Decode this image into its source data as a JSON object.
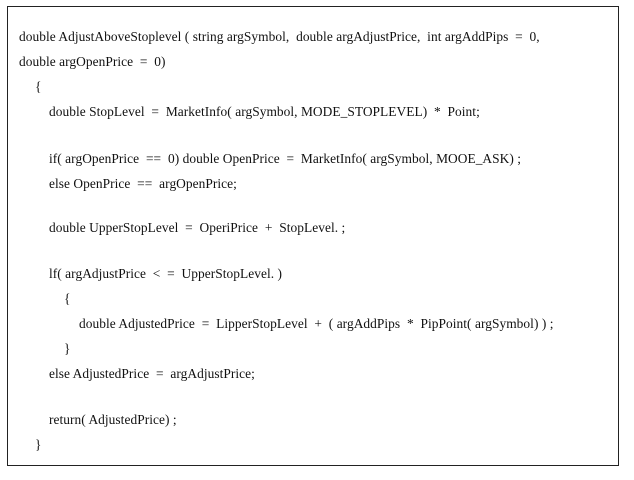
{
  "code": {
    "lines": [
      "double AdjustAboveStoplevel ( string argSymbol,  double argAdjustPrice,  int argAddPips  =  0,",
      "double argOpenPrice  =  0)",
      "{",
      "double StopLevel  =  MarketInfo( argSymbol, MODE_STOPLEVEL)  *  Point;",
      "if( argOpenPrice  ==  0) double OpenPrice  =  MarketInfo( argSymbol, MOOE_ASK) ;",
      "else OpenPrice  ==  argOpenPrice;",
      "double UpperStopLevel  =  OperiPrice  +  StopLevel. ;",
      "lf( argAdjustPrice  <  =  UpperStopLevel. )",
      "{",
      "double AdjustedPrice  =  LipperStopLevel  +  ( argAddPips  *  PipPoint( argSymbol) ) ;",
      "}",
      "else AdjustedPrice  =  argAdjustPrice;",
      "return( AdjustedPrice) ;",
      "}"
    ]
  }
}
